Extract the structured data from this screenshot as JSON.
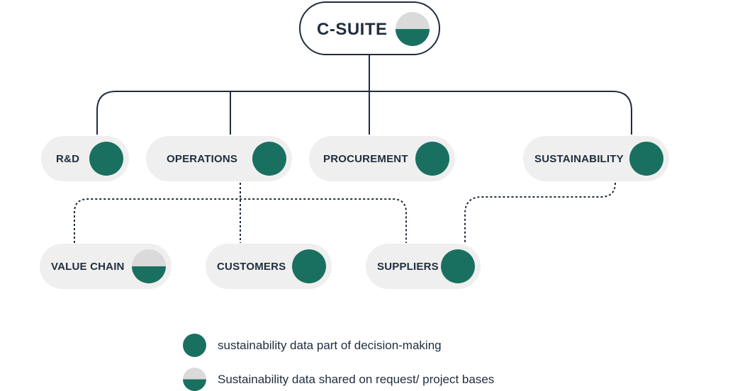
{
  "diagram": {
    "root": {
      "label": "C-SUITE",
      "status": "half"
    },
    "departments": [
      {
        "id": "rd",
        "label": "R&D",
        "status": "full"
      },
      {
        "id": "operations",
        "label": "OPERATIONS",
        "status": "full"
      },
      {
        "id": "procurement",
        "label": "PROCUREMENT",
        "status": "full"
      },
      {
        "id": "sustainability",
        "label": "SUSTAINABILITY",
        "status": "full"
      }
    ],
    "external": [
      {
        "id": "value-chain",
        "label": "VALUE CHAIN",
        "status": "half"
      },
      {
        "id": "customers",
        "label": "CUSTOMERS",
        "status": "full"
      },
      {
        "id": "suppliers",
        "label": "SUPPLIERS",
        "status": "full"
      }
    ]
  },
  "legend": [
    {
      "status": "full",
      "text": "sustainability data part of decision-making"
    },
    {
      "status": "half",
      "text": "Sustainability data shared on request/ project bases"
    }
  ],
  "colors": {
    "primary": "#1a7060",
    "partial": "#dadada",
    "line": "#1f2d3d",
    "node_bg": "#efefef"
  }
}
